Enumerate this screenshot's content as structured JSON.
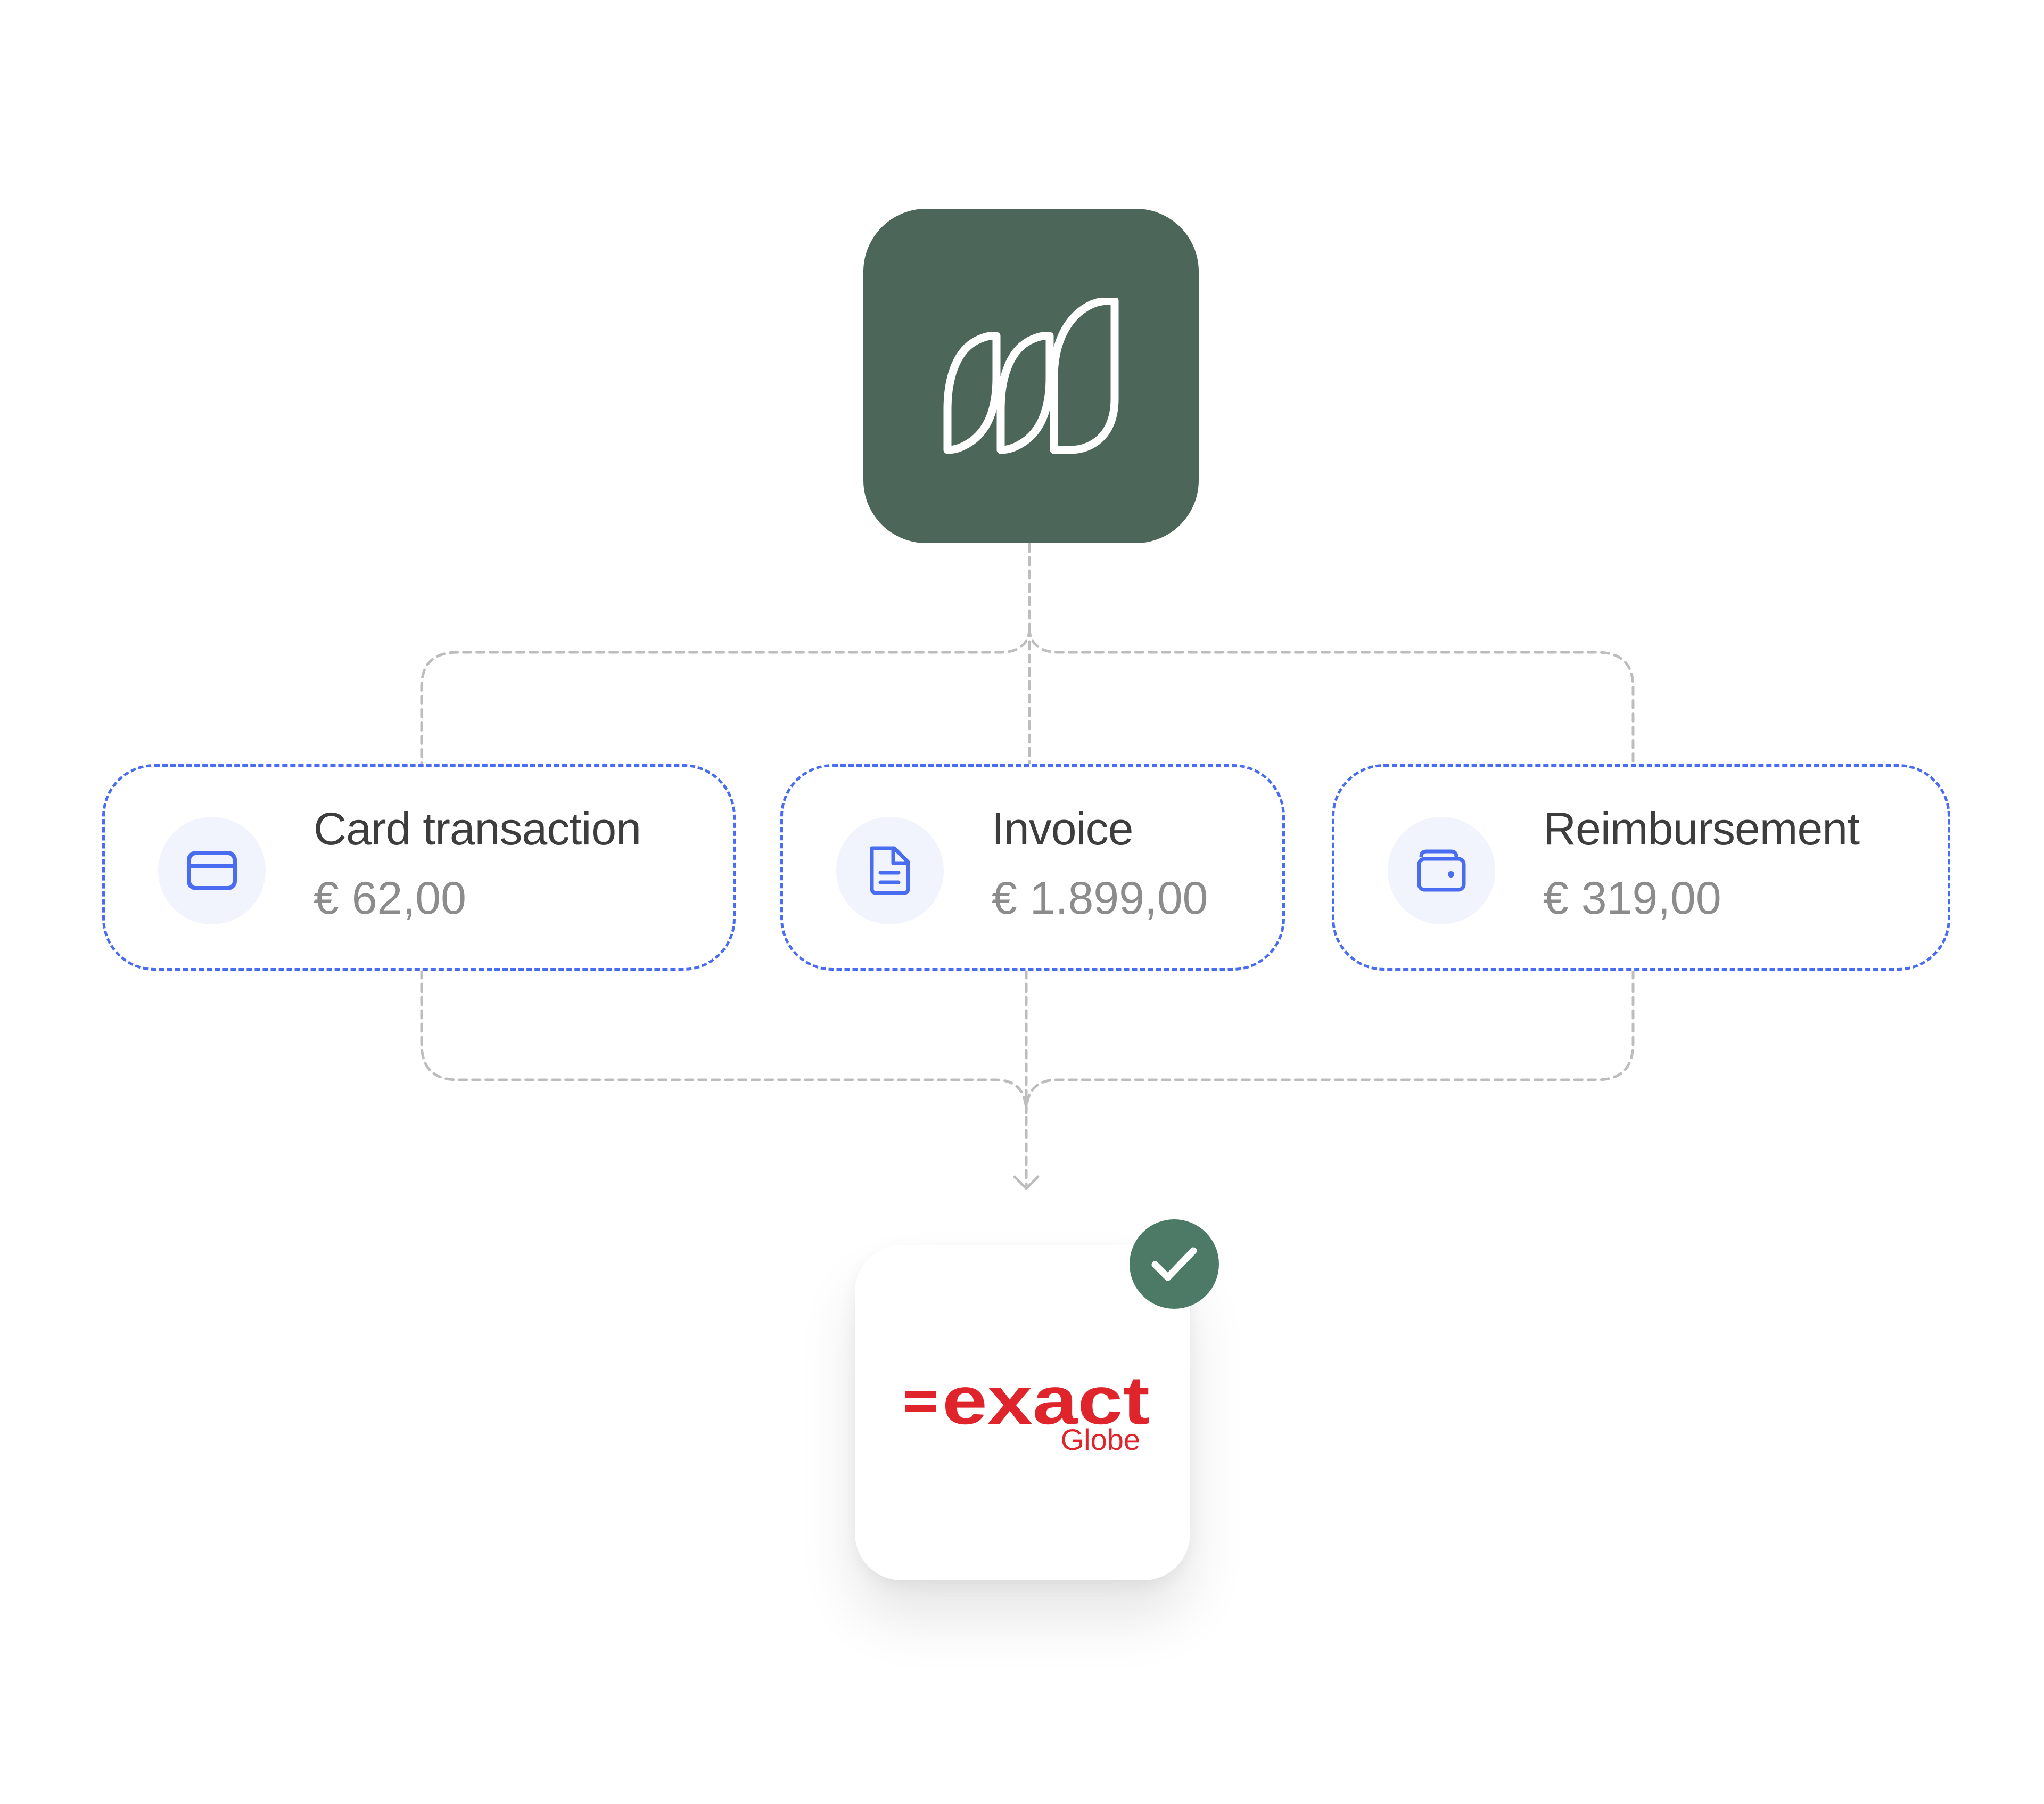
{
  "source": {
    "icon": "app-logo-icon",
    "color": "#4d665a"
  },
  "items": [
    {
      "title": "Card transaction",
      "amount": "€ 62,00",
      "icon": "credit-card-icon"
    },
    {
      "title": "Invoice",
      "amount": "€ 1.899,00",
      "icon": "document-icon"
    },
    {
      "title": "Reimbursement",
      "amount": "€ 319,00",
      "icon": "wallet-icon"
    }
  ],
  "target": {
    "brand": "exact",
    "product": "Globe",
    "brand_color": "#e0242b",
    "status_icon": "check-icon",
    "status_color": "#4d7a66"
  },
  "colors": {
    "card_border": "#4a6cf0",
    "connector": "#bdbdbd"
  }
}
